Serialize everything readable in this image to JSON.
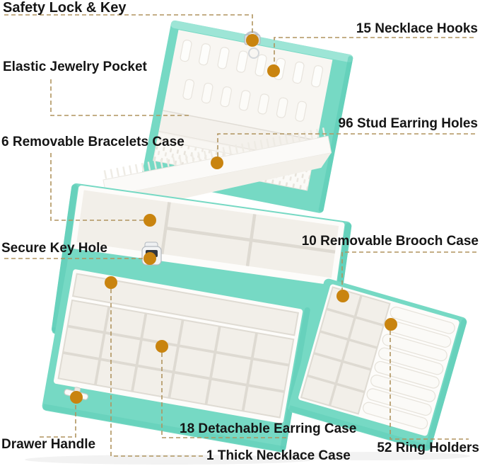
{
  "annotations": {
    "safety_lock": {
      "label": "Safety Lock & Key"
    },
    "necklace_hooks": {
      "label": "15 Necklace Hooks"
    },
    "elastic_pocket": {
      "label": "Elastic Jewelry Pocket"
    },
    "bracelets_case": {
      "label": "6 Removable Bracelets Case"
    },
    "stud_earring": {
      "label": "96 Stud Earring Holes"
    },
    "secure_key": {
      "label": "Secure Key Hole"
    },
    "brooch_case": {
      "label": "10 Removable Brooch Case"
    },
    "drawer_handle": {
      "label": "Drawer Handle"
    },
    "earring_case": {
      "label": "18 Detachable Earring Case"
    },
    "necklace_case": {
      "label": "1 Thick Necklace Case"
    },
    "ring_holders": {
      "label": "52 Ring Holders"
    }
  },
  "colors": {
    "teal": "#76d9c4",
    "teal_dark": "#57cab4",
    "teal_light": "#9de5d6",
    "dot": "#c9840f",
    "leader": "#b0945f",
    "text": "#151515"
  }
}
